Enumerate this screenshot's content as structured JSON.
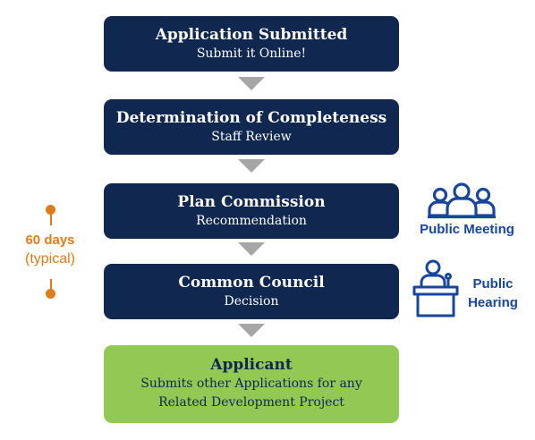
{
  "steps": [
    {
      "title": "Application Submitted",
      "subtitle": "Submit it Online!"
    },
    {
      "title": "Determination of Completeness",
      "subtitle": "Staff Review"
    },
    {
      "title": "Plan Commission",
      "subtitle": "Recommendation"
    },
    {
      "title": "Common Council",
      "subtitle": "Decision"
    },
    {
      "title": "Applicant",
      "subtitle_line1": "Submits other Applications for any",
      "subtitle_line2": "Related Development Project"
    }
  ],
  "timeline": {
    "days": "60 days",
    "note": "(typical)"
  },
  "side_labels": {
    "public_meeting": "Public Meeting",
    "public_hearing_line1": "Public",
    "public_hearing_line2": "Hearing"
  },
  "colors": {
    "navy": "#10274f",
    "green": "#92c854",
    "arrow_gray": "#a6a6a6",
    "orange": "#e07b1a",
    "blue": "#17469e"
  },
  "icons": {
    "meeting": "people-group-icon",
    "hearing": "speaker-podium-icon",
    "flow_arrow": "down-triangle-icon"
  }
}
